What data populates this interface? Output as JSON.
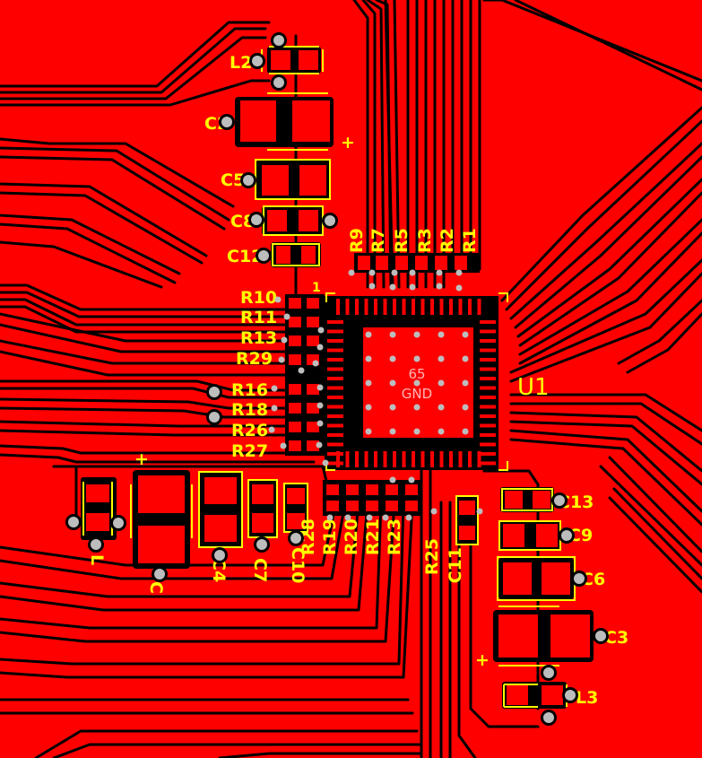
{
  "colors": {
    "copper": "#ff0000",
    "gap": "#000000",
    "silkscreen": "#ffff00",
    "via": "#bdbdbd",
    "pad_text": "#ffb4b4"
  },
  "designators": {
    "L2": "L2",
    "C2": "C2",
    "C5": "C5",
    "C8": "C8",
    "C12": "C12",
    "R9": "R9",
    "R7": "R7",
    "R5": "R5",
    "R3": "R3",
    "R2": "R2",
    "R1": "R1",
    "R10": "R10",
    "R11": "R11",
    "R13": "R13",
    "R29": "R29",
    "R16": "R16",
    "R18": "R18",
    "R26": "R26",
    "R27": "R27",
    "U1": "U1",
    "C13": "C13",
    "C9": "C9",
    "C6": "C6",
    "C3": "C3",
    "L3": "L3",
    "L": "L",
    "C": "C",
    "C4": "C4",
    "C7": "C7",
    "C10": "C10",
    "R28": "R28",
    "R19": "R19",
    "R20": "R20",
    "R21": "R21",
    "R23": "R23",
    "R25": "R25",
    "C11": "C11"
  },
  "markers": {
    "pin1": "1",
    "plus": "+"
  },
  "pad": {
    "number": "65",
    "net": "GND"
  }
}
